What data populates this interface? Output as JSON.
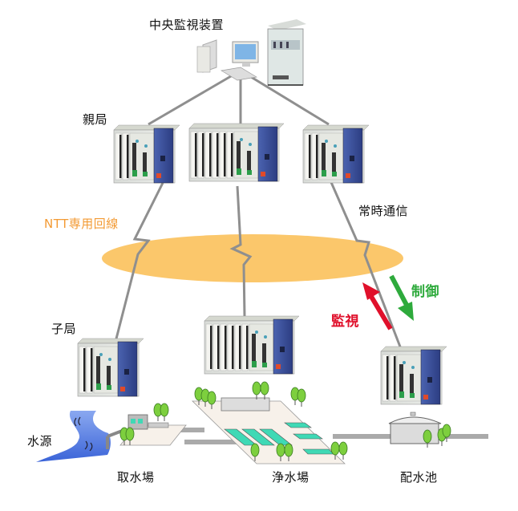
{
  "diagram": {
    "title_center": "中央監視装置",
    "labels": {
      "master_station": "親局",
      "slave_station": "子局",
      "ntt_line": "NTT専用回線",
      "constant_comm": "常時通信",
      "monitor": "監視",
      "control": "制御",
      "water_source": "水源",
      "intake": "取水場",
      "purification": "浄水場",
      "distribution_reservoir": "配水池"
    },
    "colors": {
      "line": "#8f8f8f",
      "network_ellipse": "#fbc463",
      "ntt_text": "#f39a33",
      "monitor_arrow": "#e0102b",
      "control_arrow": "#2eaa3c",
      "water": "#4d7be0",
      "pool": "#3fd9b5",
      "tree": "#7dcf3e",
      "plc_blue": "#3a4f9a"
    }
  }
}
